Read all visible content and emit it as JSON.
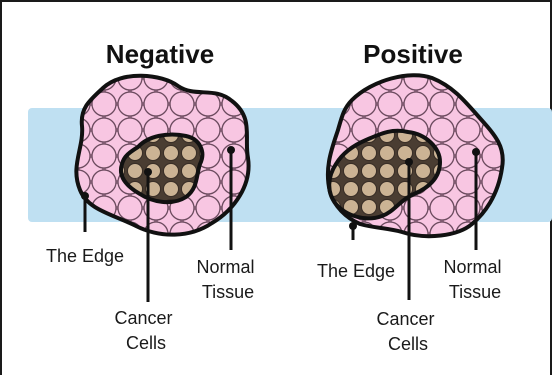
{
  "panels": [
    {
      "title": "Negative",
      "labels": {
        "edge": "The Edge",
        "cancer": [
          "Cancer",
          "Cells"
        ],
        "normal": [
          "Normal",
          "Tissue"
        ]
      }
    },
    {
      "title": "Positive",
      "labels": {
        "edge": "The Edge",
        "cancer": [
          "Cancer",
          "Cells"
        ],
        "normal": [
          "Normal",
          "Tissue"
        ]
      }
    }
  ],
  "colors": {
    "band": "#bfe0f2",
    "normal_tissue": "#f3b3d7",
    "normal_cell_outline": "#6b4a5e",
    "cancer_fill": "#7a6a5a",
    "cancer_cell": "#cbb394",
    "outline": "#111111"
  }
}
